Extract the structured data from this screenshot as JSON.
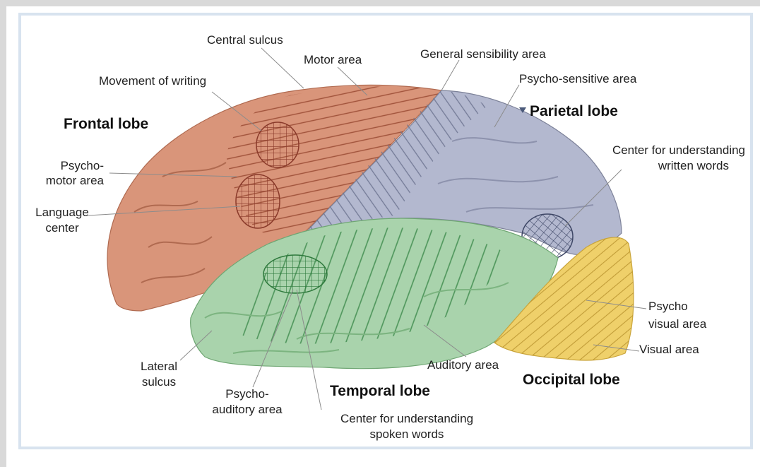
{
  "lobes": {
    "frontal": "Frontal lobe",
    "parietal": "Parietal lobe",
    "temporal": "Temporal lobe",
    "occipital": "Occipital lobe"
  },
  "labels": {
    "central_sulcus": "Central sulcus",
    "motor_area": "Motor area",
    "general_sensibility": "General sensibility area",
    "movement_of_writing": "Movement of writing",
    "psycho_sensitive": "Psycho-sensitive area",
    "understanding_written_1": "Center for understanding",
    "understanding_written_2": "written words",
    "psycho_motor_1": "Psycho-",
    "psycho_motor_2": "motor area",
    "language_center_1": "Language",
    "language_center_2": "center",
    "psycho_visual_1": "Psycho",
    "psycho_visual_2": "visual area",
    "visual_area": "Visual area",
    "auditory_area": "Auditory area",
    "lateral_sulcus_1": "Lateral",
    "lateral_sulcus_2": "sulcus",
    "psycho_auditory_1": "Psycho-",
    "psycho_auditory_2": "auditory area",
    "understanding_spoken_1": "Center for understanding",
    "understanding_spoken_2": "spoken words"
  },
  "colors": {
    "frontal": "#d9957a",
    "parietal": "#b3b8cf",
    "temporal": "#a9d3ac",
    "occipital": "#efd06a"
  }
}
